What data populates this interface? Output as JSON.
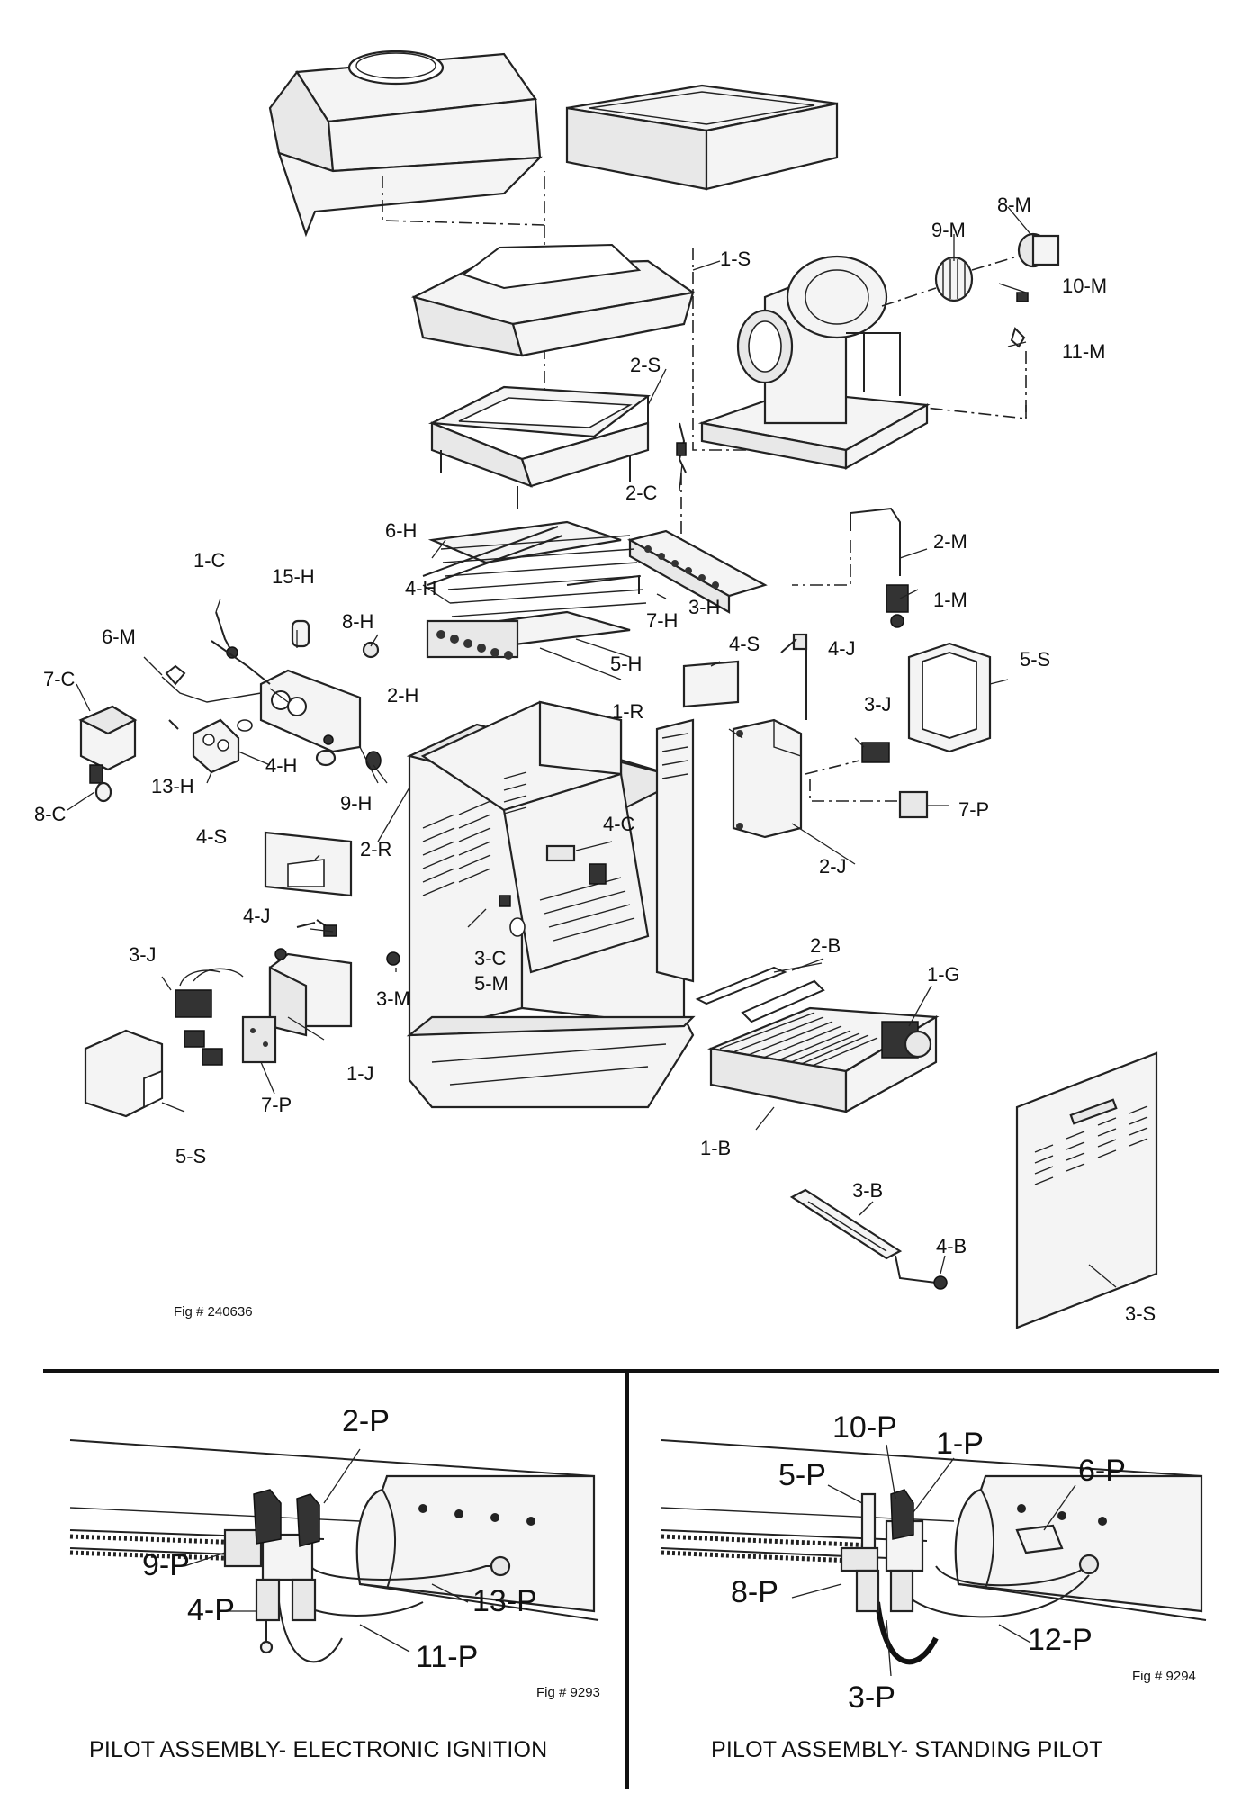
{
  "main_figure": {
    "fig_number": "Fig # 240636",
    "labels": {
      "s1": "1-S",
      "s2": "2-S",
      "s3": "3-S",
      "s4a": "4-S",
      "s4b": "4-S",
      "s5a": "5-S",
      "s5b": "5-S",
      "m1": "1-M",
      "m2": "2-M",
      "m3": "3-M",
      "m5": "5-M",
      "m6": "6-M",
      "m8": "8-M",
      "m9": "9-M",
      "m10": "10-M",
      "m11": "11-M",
      "c1": "1-C",
      "c2": "2-C",
      "c3": "3-C",
      "c4": "4-C",
      "c7": "7-C",
      "c8": "8-C",
      "h2": "2-H",
      "h3": "3-H",
      "h4a": "4-H",
      "h4b": "4-H",
      "h5": "5-H",
      "h6": "6-H",
      "h7": "7-H",
      "h8": "8-H",
      "h9": "9-H",
      "h13": "13-H",
      "h15": "15-H",
      "r1": "1-R",
      "r2": "2-R",
      "j1": "1-J",
      "j2": "2-J",
      "j3a": "3-J",
      "j3b": "3-J",
      "j4a": "4-J",
      "j4b": "4-J",
      "p7a": "7-P",
      "p7b": "7-P",
      "b1": "1-B",
      "b2": "2-B",
      "b3": "3-B",
      "b4": "4-B",
      "g1": "1-G"
    }
  },
  "electronic_pilot": {
    "caption": "PILOT ASSEMBLY- ELECTRONIC IGNITION",
    "fig_number": "Fig # 9293",
    "labels": {
      "p2": "2-P",
      "p9": "9-P",
      "p4": "4-P",
      "p13": "13-P",
      "p11": "11-P"
    }
  },
  "standing_pilot": {
    "caption": "PILOT ASSEMBLY- STANDING PILOT",
    "fig_number": "Fig # 9294",
    "labels": {
      "p10": "10-P",
      "p1": "1-P",
      "p5": "5-P",
      "p6": "6-P",
      "p8": "8-P",
      "p12": "12-P",
      "p3": "3-P"
    }
  }
}
